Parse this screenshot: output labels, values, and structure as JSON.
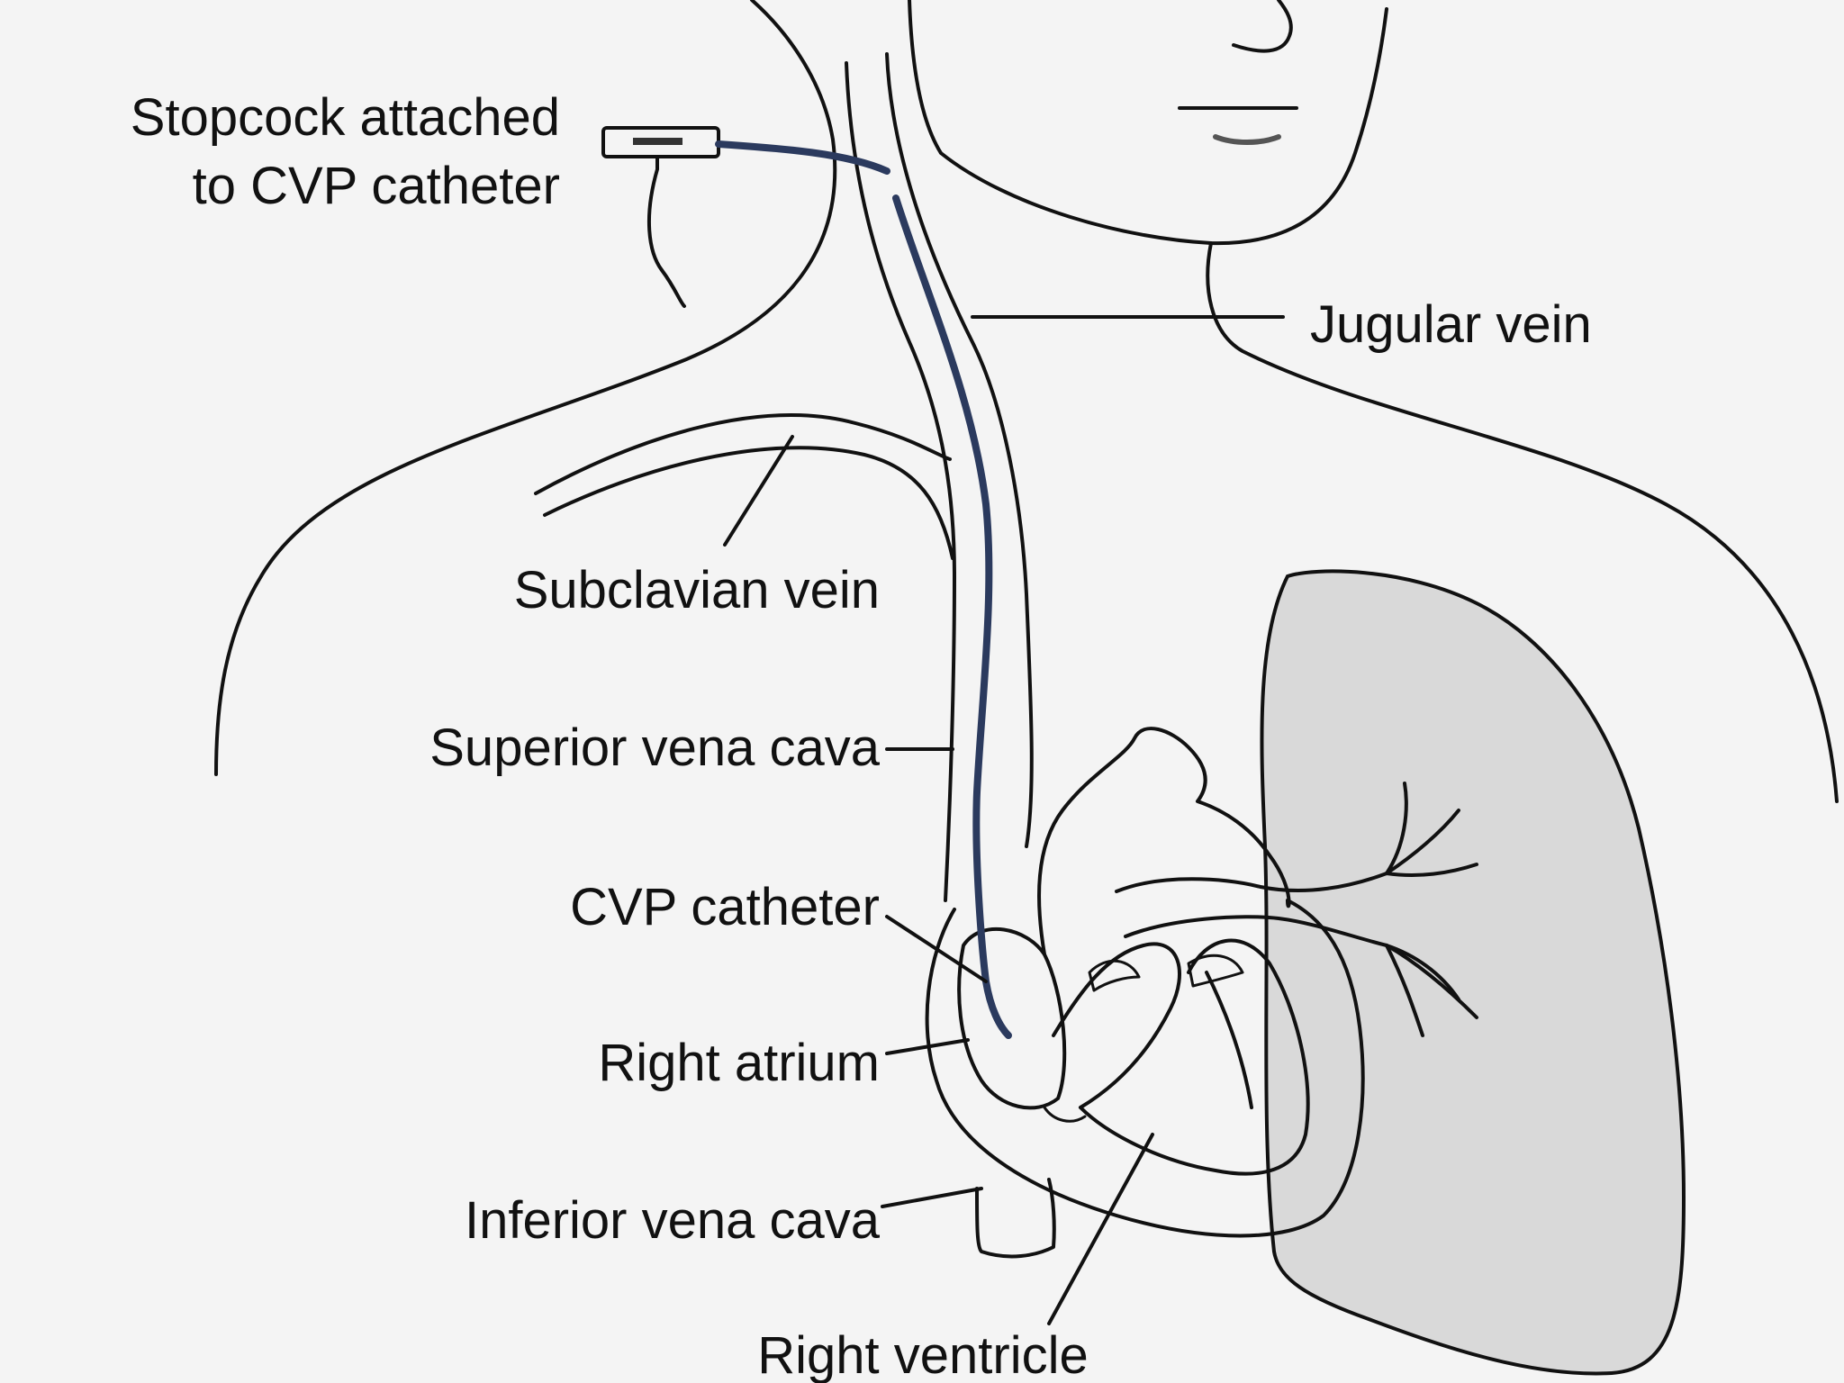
{
  "colors": {
    "background": "#f4f4f4",
    "line": "#111111",
    "lung_fill": "#d9d9d9",
    "catheter": "#2b3a5e"
  },
  "labels": {
    "stopcock_line1": "Stopcock attached",
    "stopcock_line2": "to CVP catheter",
    "jugular_vein": "Jugular vein",
    "subclavian_vein": "Subclavian vein",
    "superior_vena_cava": "Superior vena cava",
    "cvp_catheter": "CVP catheter",
    "right_atrium": "Right atrium",
    "inferior_vena_cava": "Inferior vena cava",
    "right_ventricle": "Right ventricle"
  }
}
